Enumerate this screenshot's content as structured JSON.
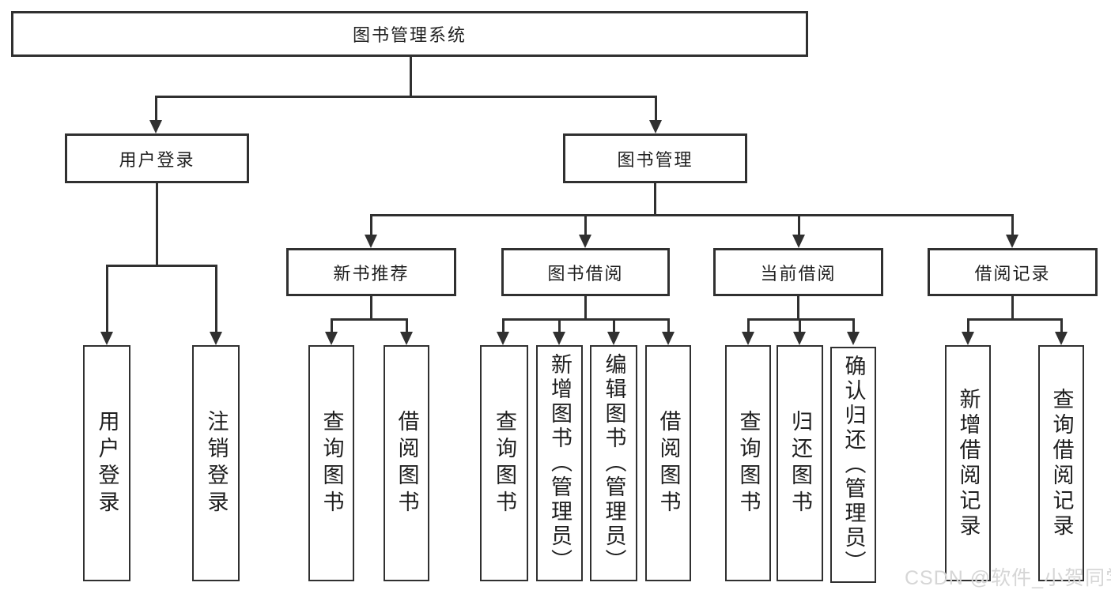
{
  "tree": {
    "label": "图书管理系统",
    "children": [
      {
        "label": "用户登录",
        "children": [
          {
            "label": "用户登录"
          },
          {
            "label": "注销登录"
          }
        ]
      },
      {
        "label": "图书管理",
        "children": [
          {
            "label": "新书推荐",
            "children": [
              {
                "label": "查询图书"
              },
              {
                "label": "借阅图书"
              }
            ]
          },
          {
            "label": "图书借阅",
            "children": [
              {
                "label": "查询图书"
              },
              {
                "label": "新增图书（管理员）"
              },
              {
                "label": "编辑图书（管理员）"
              },
              {
                "label": "借阅图书"
              }
            ]
          },
          {
            "label": "当前借阅",
            "children": [
              {
                "label": "查询图书"
              },
              {
                "label": "归还图书"
              },
              {
                "label": "确认归还（管理员）"
              }
            ]
          },
          {
            "label": "借阅记录",
            "children": [
              {
                "label": "新增借阅记录"
              },
              {
                "label": "查询借阅记录"
              }
            ]
          }
        ]
      }
    ]
  },
  "watermark": {
    "text": "CSDN @软件_小贺同学"
  },
  "colors": {
    "line": "#303030",
    "text": "#1f1f1f",
    "background": "#ffffff",
    "watermark": "#d6d6d6"
  }
}
